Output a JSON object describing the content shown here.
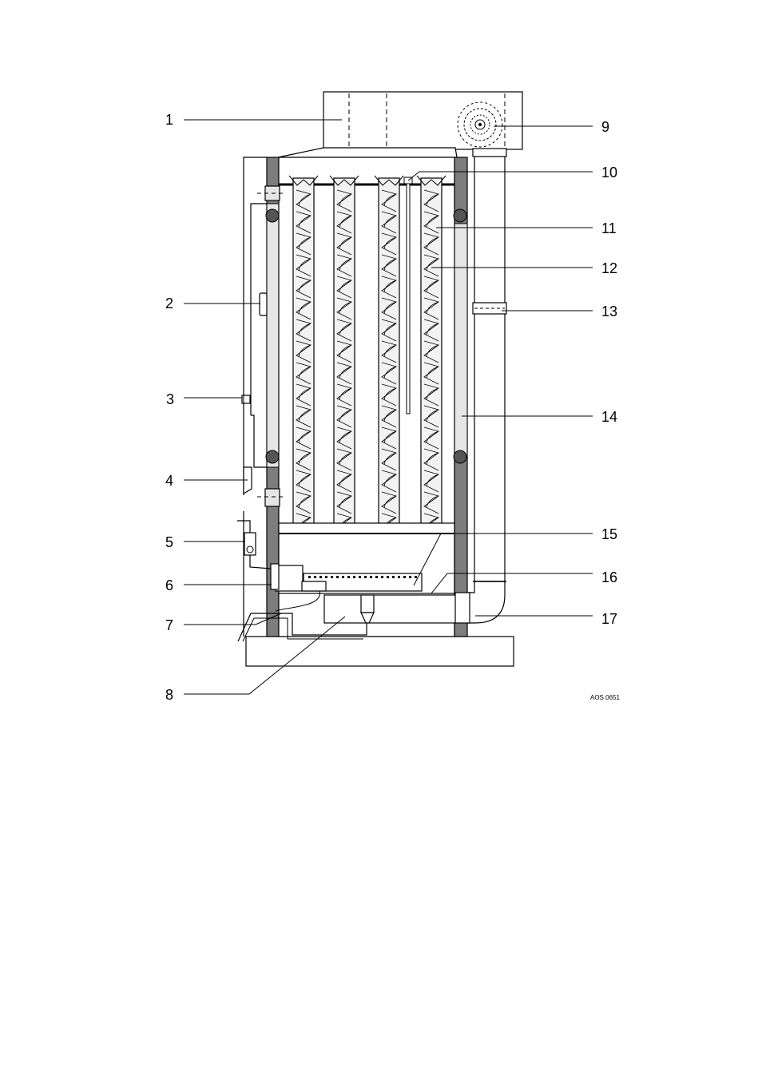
{
  "diagram": {
    "reference_code": "AOS 0651",
    "colors": {
      "insulation": "#7d7d7d",
      "panel": "#e6e6e6",
      "light_panel": "#f2f2f2",
      "line": "#000000"
    },
    "callouts": [
      "1",
      "2",
      "3",
      "4",
      "5",
      "6",
      "7",
      "8",
      "9",
      "10",
      "11",
      "12",
      "13",
      "14",
      "15",
      "16",
      "17"
    ]
  }
}
